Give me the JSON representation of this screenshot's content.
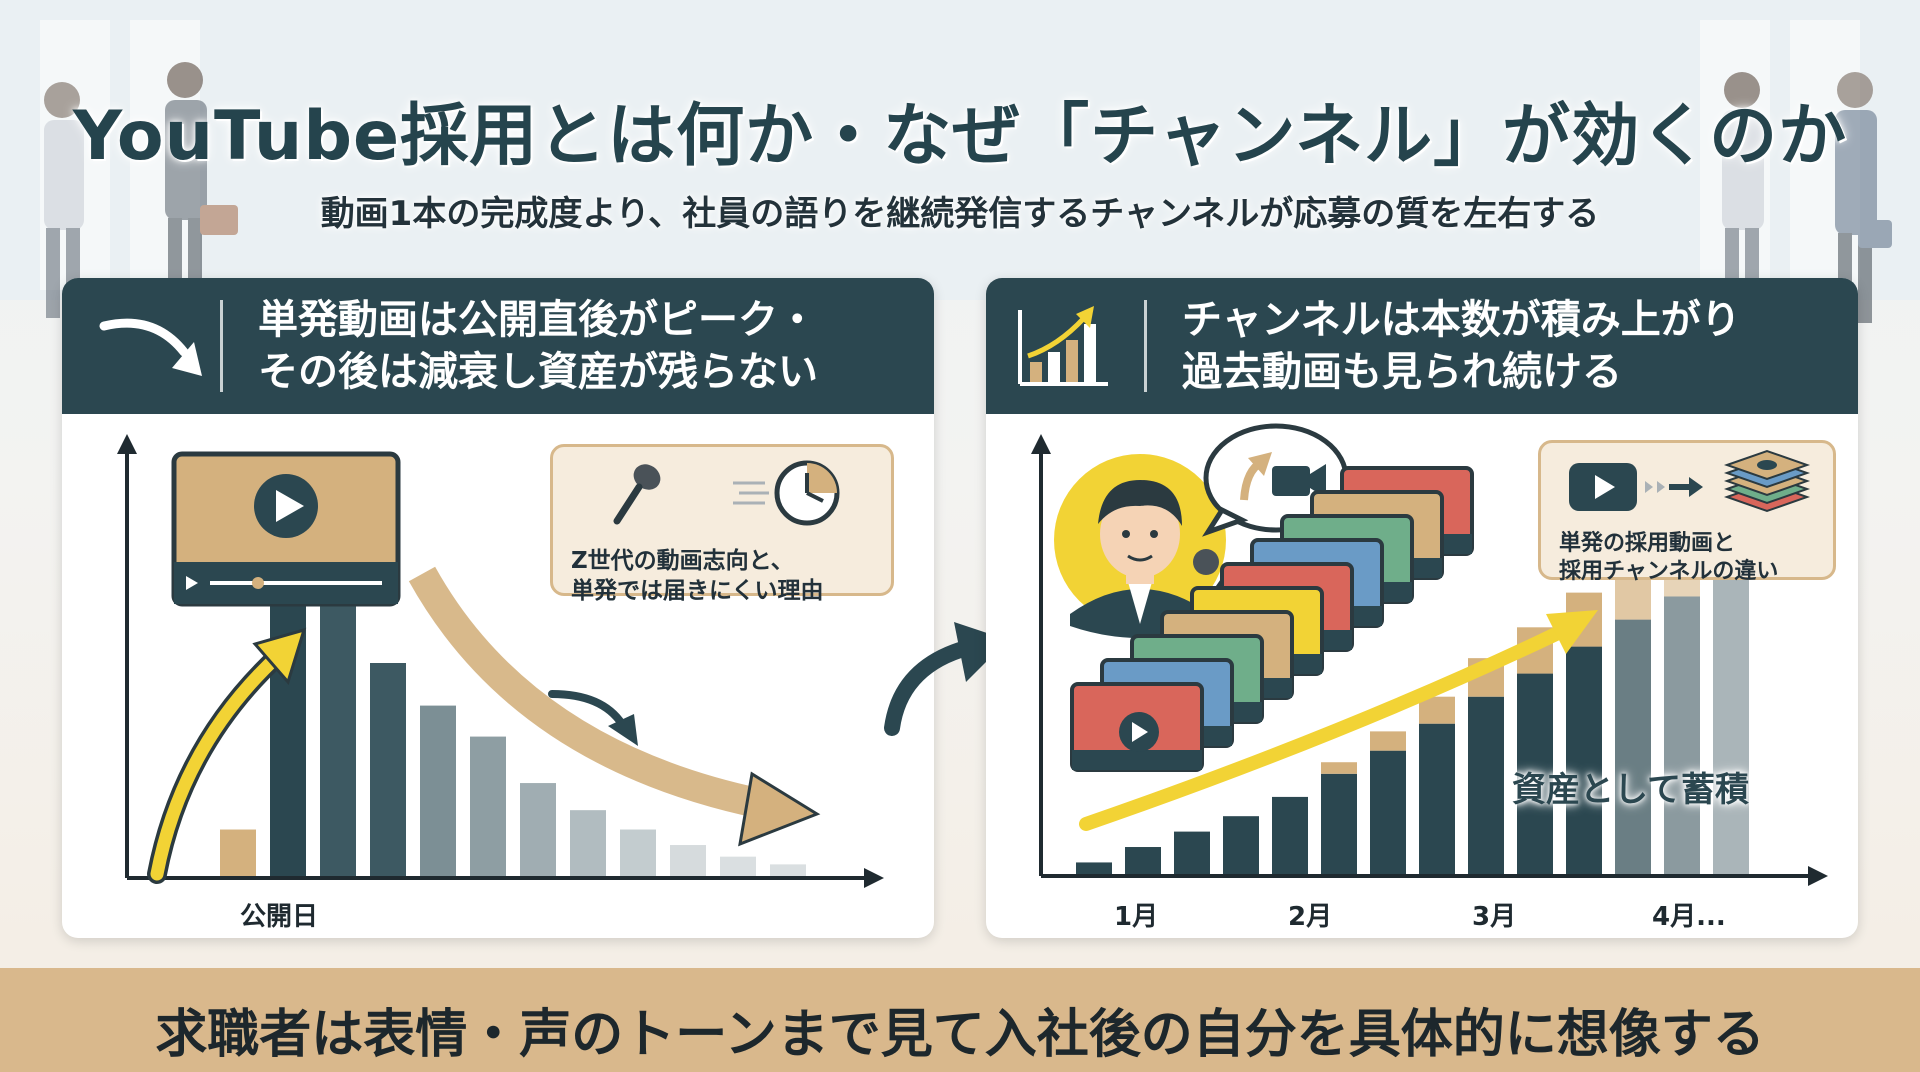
{
  "title": "YouTube採用とは何か・なぜ「チャンネル」が効くのか",
  "subtitle": "動画1本の完成度より、社員の語りを継続発信するチャンネルが応募の質を左右する",
  "left_panel": {
    "header_line1": "単発動画は公開直後がピーク・",
    "header_line2": "その後は減衰し資産が残らない",
    "header_icon": "curved-down-arrow-icon",
    "callout_line1": "Z世代の動画志向と、",
    "callout_line2": "単発では届きにくい理由",
    "callout_icons": [
      "microphone-icon",
      "clock-icon"
    ],
    "x_label": "公開日"
  },
  "right_panel": {
    "header_line1": "チャンネルは本数が積み上がり",
    "header_line2": "過去動画も見られ続ける",
    "header_icon": "growth-chart-icon",
    "callout_line1": "単発の採用動画と",
    "callout_line2": "採用チャンネルの違い",
    "callout_icons": [
      "play-button-icon",
      "video-stack-icon"
    ],
    "stack_label": "資産として蓄積",
    "x_ticks": [
      "1月",
      "2月",
      "3月",
      "4月..."
    ]
  },
  "footer": "求職者は表情・声のトーンまで見て入社後の自分を具体的に想像する",
  "colors": {
    "navy": "#2b4750",
    "tan": "#d9b88c",
    "yellow": "#f2d335",
    "card_red": "#d9665b",
    "card_blue": "#6a9bc6",
    "card_green": "#6fae8a",
    "card_tan": "#d4b17e",
    "card_yellow": "#f2d335"
  },
  "chart_data": [
    {
      "type": "bar",
      "title": "",
      "xlabel": "公開日",
      "ylabel": "",
      "series": [
        {
          "values": [
            12,
            100,
            76,
            55,
            44,
            36,
            24,
            17,
            12,
            8,
            5,
            3
          ]
        }
      ],
      "ylim": [
        0,
        110
      ],
      "grid": false
    },
    {
      "type": "bar",
      "title": "",
      "xlabel": "",
      "ylabel": "",
      "categories": [
        "1月",
        "2月",
        "3月",
        "4月..."
      ],
      "series": [
        {
          "values": [
            3,
            7,
            11,
            15,
            20,
            26,
            32,
            39,
            46,
            52,
            59,
            66,
            72,
            79
          ]
        },
        {
          "values": [
            0,
            0,
            0,
            0,
            0,
            3,
            5,
            7,
            10,
            12,
            14,
            16,
            18,
            20
          ]
        }
      ],
      "ylim": [
        0,
        110
      ],
      "grid": false
    }
  ]
}
